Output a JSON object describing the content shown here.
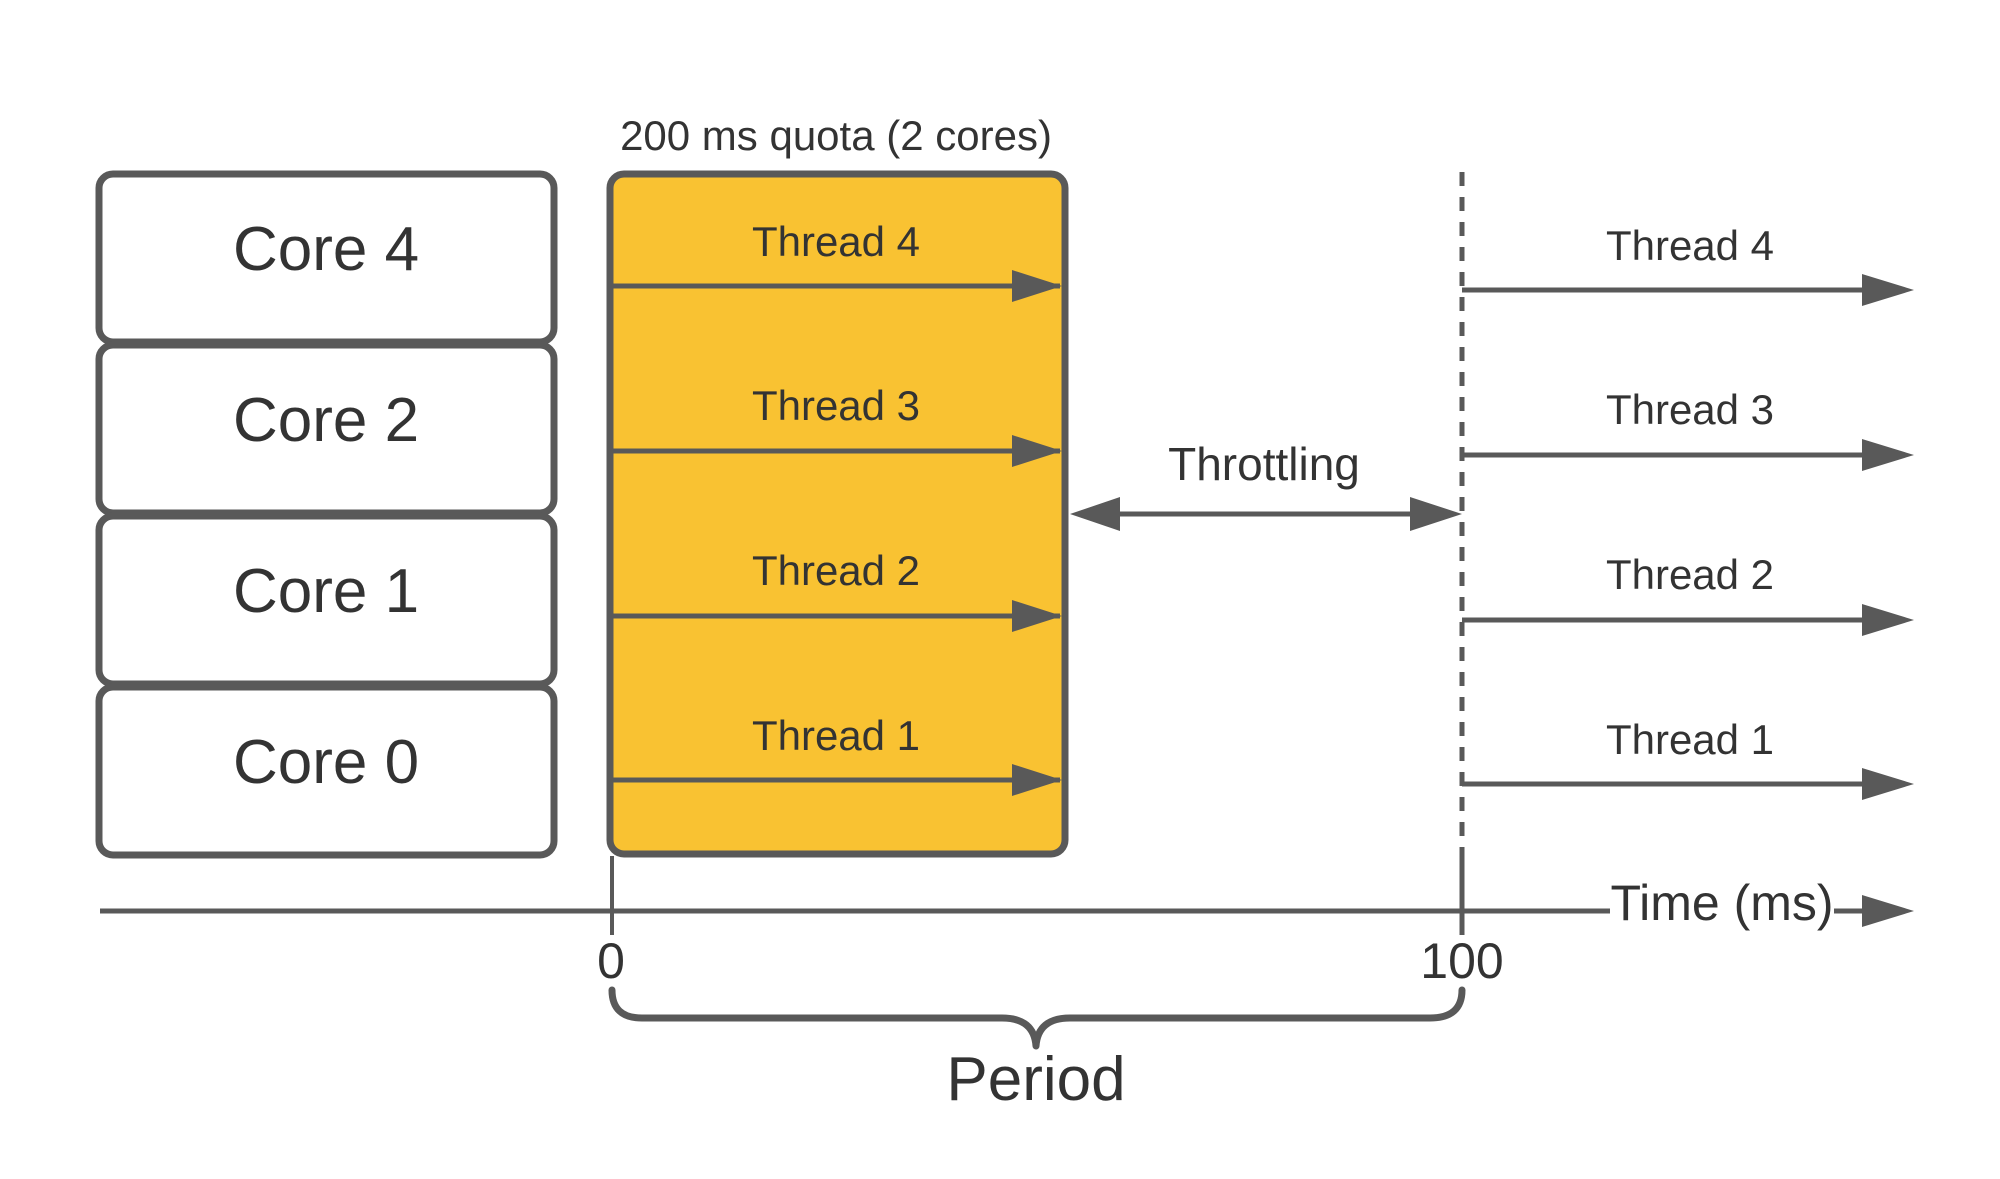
{
  "cores": [
    {
      "label": "Core 4"
    },
    {
      "label": "Core 2"
    },
    {
      "label": "Core 1"
    },
    {
      "label": "Core 0"
    }
  ],
  "quota_label": "200 ms quota (2 cores)",
  "quota_threads": [
    "Thread 4",
    "Thread 3",
    "Thread 2",
    "Thread 1"
  ],
  "next_threads": [
    "Thread 4",
    "Thread 3",
    "Thread 2",
    "Thread 1"
  ],
  "throttling_label": "Throttling",
  "time_axis": {
    "label": "Time (ms)",
    "tick_start": "0",
    "tick_end": "100"
  },
  "period_label": "Period",
  "colors": {
    "quota_fill": "#F9C232",
    "stroke": "#595959",
    "text": "#333333",
    "core_fill": "#ffffff"
  }
}
